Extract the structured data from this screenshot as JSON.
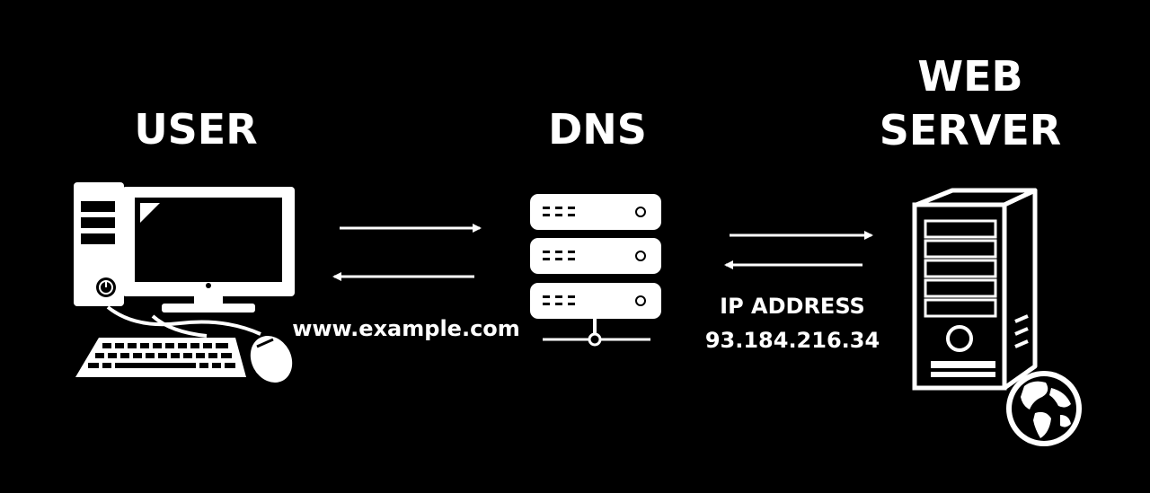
{
  "labels": {
    "user": "USER",
    "dns": "DNS",
    "web_server_line1": "WEB",
    "web_server_line2": "SERVER",
    "domain": "www.example.com",
    "ip_label": "IP ADDRESS",
    "ip_value": "93.184.216.34"
  },
  "colors": {
    "background": "#000000",
    "foreground": "#ffffff"
  },
  "icons": {
    "user": "desktop-computer-icon",
    "dns": "server-rack-icon",
    "web_server": "tower-server-icon",
    "globe": "globe-icon"
  }
}
